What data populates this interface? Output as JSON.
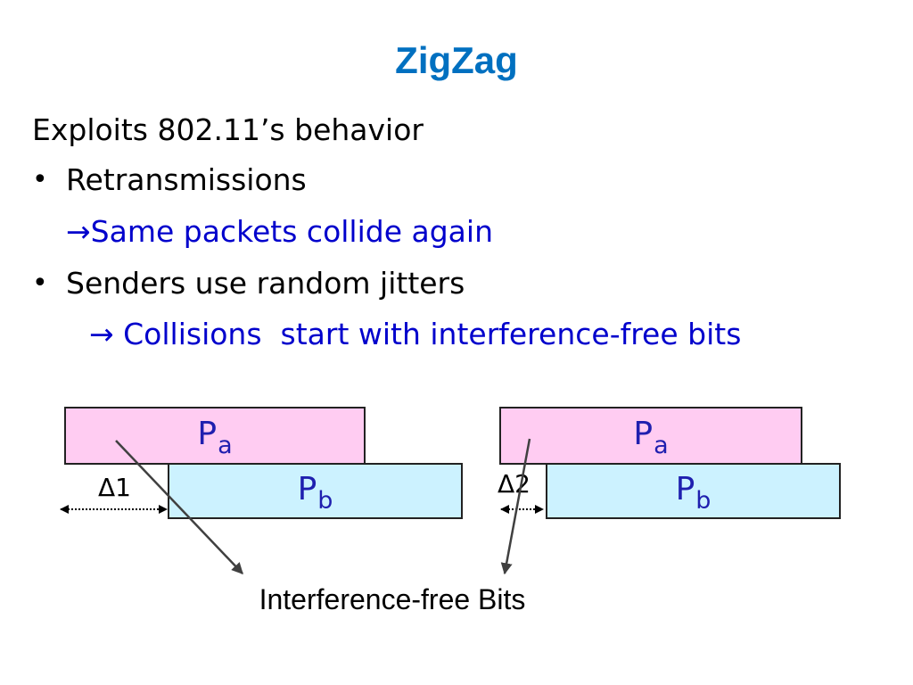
{
  "title": "ZigZag",
  "body": {
    "intro": "Exploits 802.11’s behavior",
    "bullet_char": "•",
    "bullet1": "Retransmissions",
    "sub1": "→Same packets collide again",
    "bullet2": "Senders use random jitters",
    "sub2": "→ Collisions  start with interference-free bits"
  },
  "diagram": {
    "left": {
      "packet_a": {
        "base": "P",
        "sub": "a"
      },
      "packet_b": {
        "base": "P",
        "sub": "b"
      },
      "offset_label": "Δ1"
    },
    "right": {
      "packet_a": {
        "base": "P",
        "sub": "a"
      },
      "packet_b": {
        "base": "P",
        "sub": "b"
      },
      "offset_label": "Δ2"
    },
    "caption": "Interference-free Bits"
  },
  "colors": {
    "title": "#0070C0",
    "accent_text": "#0000CC",
    "packet_label": "#1F1FAF",
    "packet_a_fill": "#FFCCF2",
    "packet_b_fill": "#CCF2FF"
  }
}
